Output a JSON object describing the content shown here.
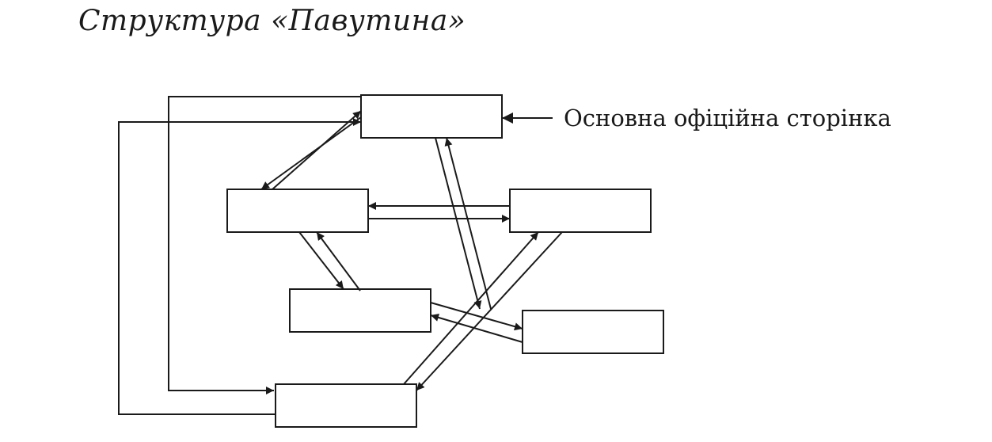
{
  "title": "Структура «Павутина»",
  "main_page_label": "Основна офіційна сторінка",
  "nodes": [
    {
      "id": "main",
      "label": ""
    },
    {
      "id": "left-upper",
      "label": ""
    },
    {
      "id": "right-upper",
      "label": ""
    },
    {
      "id": "middle",
      "label": ""
    },
    {
      "id": "right-lower",
      "label": ""
    },
    {
      "id": "bottom",
      "label": ""
    }
  ],
  "colors": {
    "stroke": "#1a1a1a",
    "background": "#ffffff"
  }
}
